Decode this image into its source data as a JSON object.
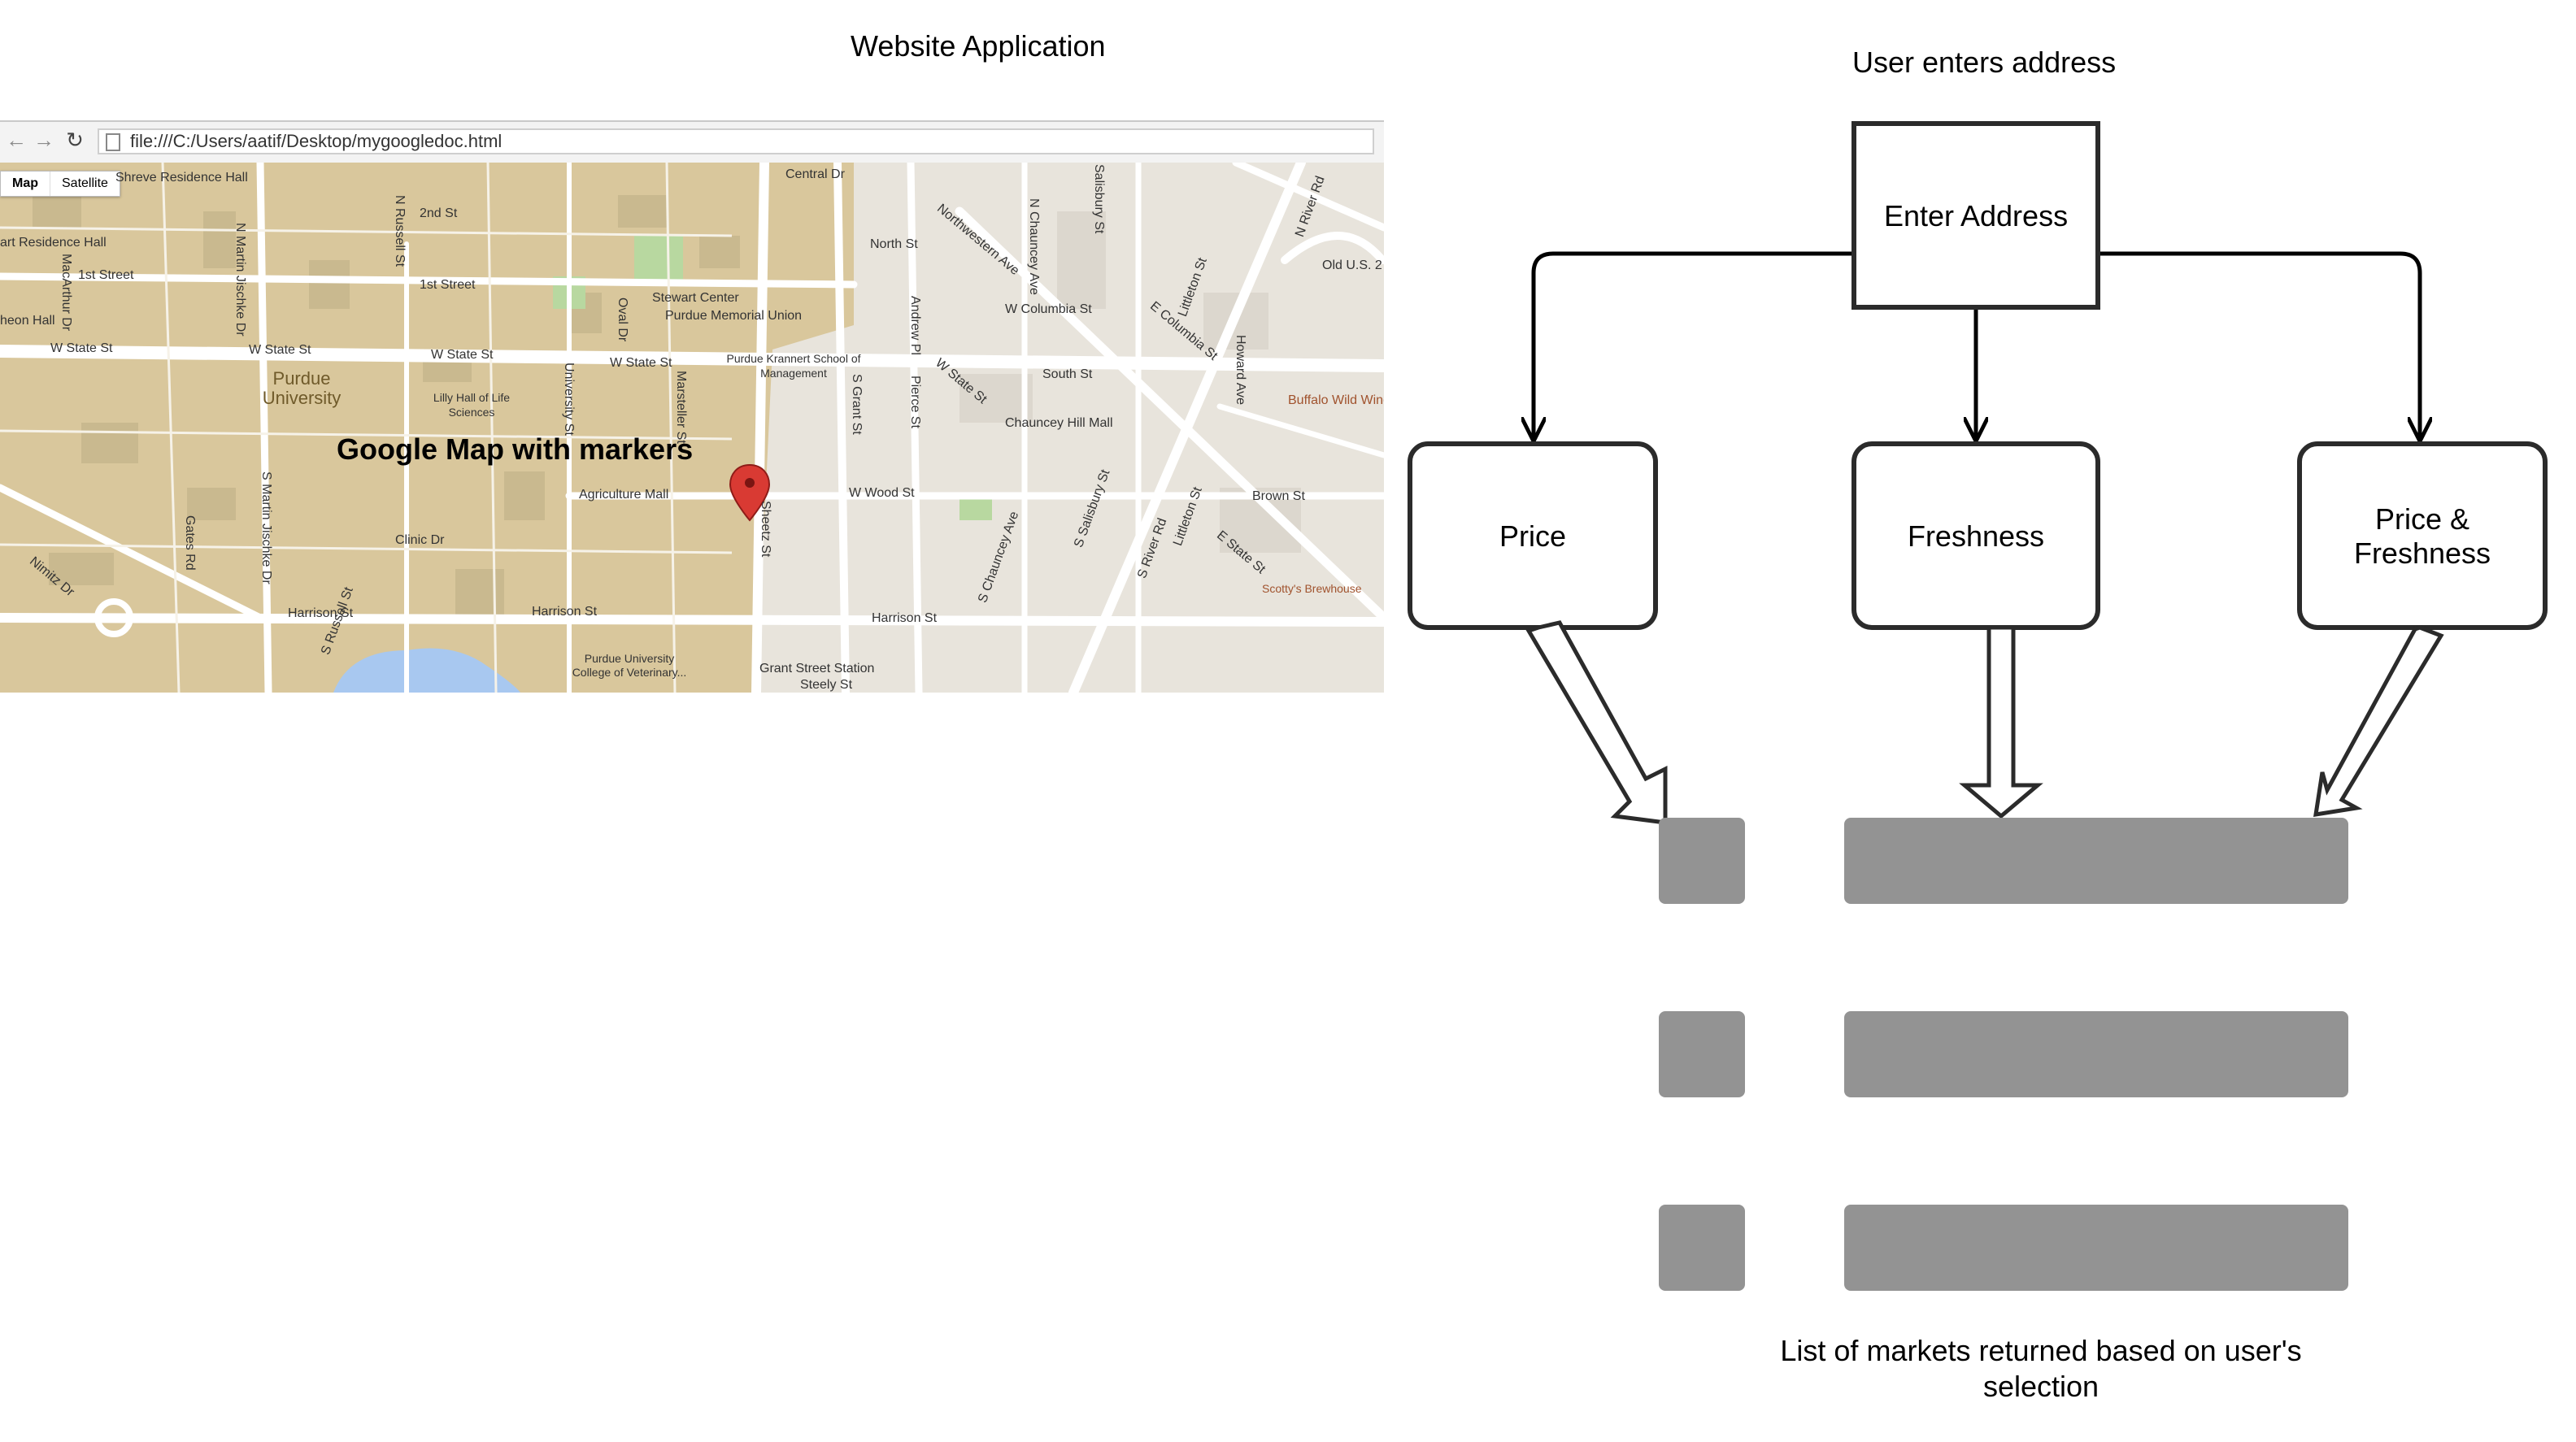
{
  "app_title": "Website Application",
  "flow_title": "User enters address",
  "browser": {
    "address_url": "file:///C:/Users/aatif/Desktop/mygoogledoc.html",
    "back_icon": "arrow-left-icon",
    "forward_icon": "arrow-right-icon",
    "reload_icon": "reload-icon"
  },
  "map": {
    "caption": "Google Map with markers",
    "map_type": {
      "map": "Map",
      "satellite": "Satellite"
    },
    "marker_icon": "map-pin-icon",
    "labels": {
      "shreve": "Shreve Residence Hall",
      "central_dr": "Central Dr",
      "st_2nd": "2nd St",
      "art_residence": "art Residence Hall",
      "st_1st_a": "1st Street",
      "st_1st_b": "1st Street",
      "north_st": "North St",
      "stewart": "Stewart Center",
      "pmu": "Purdue Memorial Union",
      "w_columbia": "W Columbia St",
      "e_columbia": "E Columbia St",
      "old_us": "Old U.S. 2",
      "heon": "heon Hall",
      "w_state_1": "W State St",
      "w_state_2": "W State St",
      "w_state_3": "W State St",
      "w_state_4": "W State St",
      "w_state_5": "W State St",
      "purdue_univ": "Purdue University",
      "krannert": "Purdue Krannert School of Management",
      "south_st": "South St",
      "buffalo": "Buffalo Wild Wings",
      "lilly": "Lilly Hall of Life Sciences",
      "chauncey_mall": "Chauncey Hill Mall",
      "agri_mall": "Agriculture Mall",
      "w_wood": "W Wood St",
      "brown": "Brown St",
      "clinic": "Clinic Dr",
      "e_state": "E State St",
      "nimitz": "Nimitz Dr",
      "scottys": "Scotty's Brewhouse",
      "harrison_1": "Harrison St",
      "harrison_2": "Harrison St",
      "harrison_3": "Harrison St",
      "s_russell": "S Russell St",
      "vet": "Purdue University College of Veterinary...",
      "grant_station": "Grant Street Station",
      "steely": "Steely St",
      "n_russell": "N Russell St",
      "macarthur": "MacArthur Dr",
      "n_martin": "N Martin Jischke Dr",
      "s_martin": "S Martin Jischke Dr",
      "oval": "Oval Dr",
      "sheetz": "Sheetz St",
      "marsteller": "Marsteller St",
      "university": "University St",
      "andrew": "Andrew Pl",
      "pierce": "Pierce St",
      "s_grant": "S Grant St",
      "n_chauncey": "N Chauncey Ave",
      "salisbury": "Salisbury St",
      "northwestern": "Northwestern Ave",
      "littleton": "Littleton St",
      "howard": "Howard Ave",
      "n_river": "N River Rd",
      "s_river": "S River Rd",
      "s_chauncey": "S Chauncey Ave",
      "s_salisbury": "S Salisbury St",
      "gates": "Gates Rd"
    }
  },
  "flow": {
    "enter_address": "Enter Address",
    "price": "Price",
    "freshness": "Freshness",
    "price_freshness": "Price & Freshness"
  },
  "list_caption": "List of markets returned based on user's selection",
  "colors": {
    "list_block": "#939393",
    "node_border": "#2b2b2b",
    "map_campus": "#d9c79c",
    "map_city": "#e8e4dc",
    "map_water": "#a8c8f0",
    "map_park": "#b8d8a0",
    "marker": "#d93a33"
  }
}
